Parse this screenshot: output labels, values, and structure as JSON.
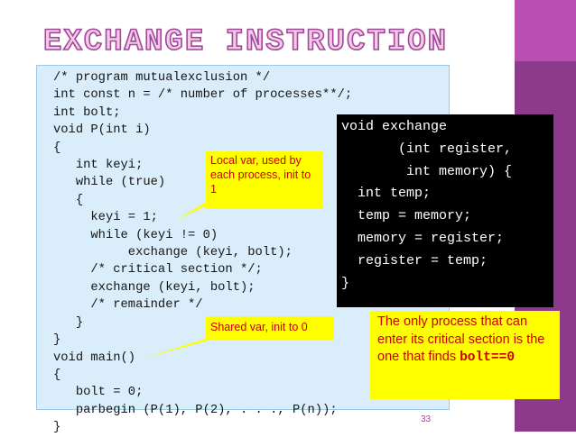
{
  "slide": {
    "title": "EXCHANGE INSTRUCTION",
    "page_number": "33",
    "colors": {
      "accent": "#8e3a8c",
      "title_fill": "#f3cbe6",
      "callout_bg": "#ffff00",
      "callout_text": "#cc0000"
    }
  },
  "code_main": {
    "text": "/* program mutualexclusion */\nint const n = /* number of processes**/;\nint bolt;\nvoid P(int i)\n{\n   int keyi;\n   while (true)\n   {\n     keyi = 1;\n     while (keyi != 0)\n          exchange (keyi, bolt);\n     /* critical section */;\n     exchange (keyi, bolt);\n     /* remainder */\n   }\n}\nvoid main()\n{\n   bolt = 0;\n   parbegin (P(1), P(2), . . ., P(n));\n}"
  },
  "code_exchange": {
    "text": "void exchange\n       (int register,\n        int memory) {\n  int temp;\n  temp = memory;\n  memory = register;\n  register = temp;\n}"
  },
  "callouts": {
    "local": "Local var, used by each process, init  to 1",
    "shared": "Shared var, init to 0",
    "only_prefix": "The only process that can enter its critical section is the one that finds",
    "only_code": "bolt==0"
  }
}
